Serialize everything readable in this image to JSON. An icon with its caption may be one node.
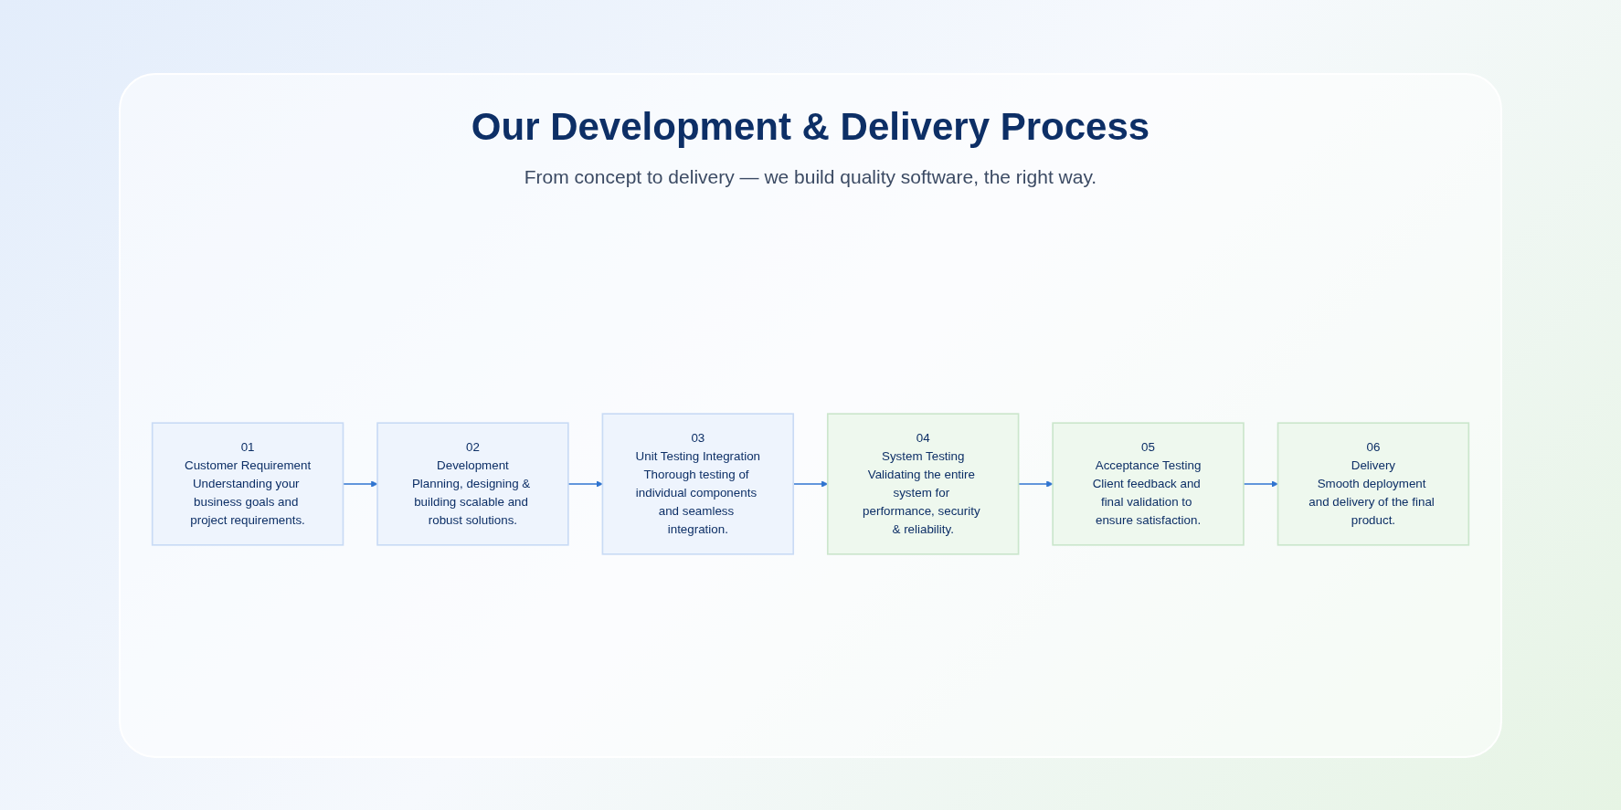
{
  "diagram": {
    "title": "Our Development & Delivery Process",
    "caption": "From concept to delivery — we build quality software, the right way.",
    "nodes": [
      {
        "text": [
          "01",
          "Customer Requirement",
          "Understanding your business goals and project requirements."
        ]
      },
      {
        "text": [
          "02",
          "Development",
          "Planning, designing & building scalable and robust solutions."
        ]
      },
      {
        "text": [
          "03",
          "Unit Testing Integration",
          "Thorough testing of individual components and seamless integration."
        ]
      },
      {
        "text": [
          "04",
          "System Testing",
          "Validating the entire system for performance, security & reliability."
        ]
      },
      {
        "text": [
          "05",
          "Acceptance Testing",
          "Client feedback and final validation to ensure satisfaction."
        ]
      },
      {
        "text": [
          "06",
          "Delivery",
          "Smooth deployment and delivery of the final product."
        ]
      }
    ],
    "edges": [
      {
        "from": 0,
        "to": 1,
        "arrow": "to"
      },
      {
        "from": 1,
        "to": 2,
        "arrow": "to"
      },
      {
        "from": 2,
        "to": 3,
        "arrow": "to"
      },
      {
        "from": 3,
        "to": 4,
        "arrow": "to"
      },
      {
        "from": 4,
        "to": 5,
        "arrow": "to"
      }
    ]
  }
}
